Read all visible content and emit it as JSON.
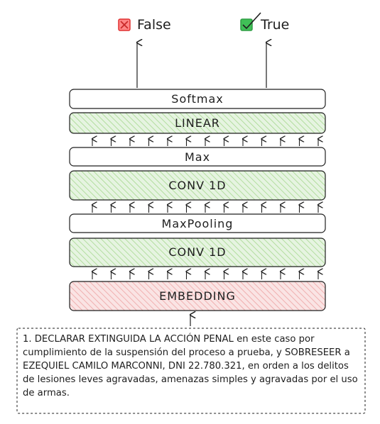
{
  "outputs": {
    "false_label": "False",
    "true_label": "True"
  },
  "layers": {
    "softmax": "Softmax",
    "linear": "LINEAR",
    "max": "Max",
    "conv1": "CONV 1D",
    "maxpooling": "MaxPooling",
    "conv2": "CONV 1D",
    "embedding": "EMBEDDING"
  },
  "input_text": "1. DECLARAR EXTINGUIDA LA ACCIÓN PENAL en este caso por cumplimiento de la suspensión del proceso a prueba, y SOBRESEER a EZEQUIEL CAMILO MARCONNI, DNI 22.780.321, en orden a los delitos de lesiones leves agravadas, amenazas simples y agravadas por el uso de armas.",
  "colors": {
    "white_box": "#ffffff",
    "green_box": "#d3ecd0",
    "green_hatch": "#8fcf7a",
    "red_box": "#f7d6d6",
    "red_hatch": "#e68c8c",
    "false_icon": "#e03131",
    "true_icon": "#2f9e44",
    "stroke": "#1e1e1e"
  },
  "icons": {
    "false": "x-checkbox-icon",
    "true": "check-checkbox-icon"
  }
}
